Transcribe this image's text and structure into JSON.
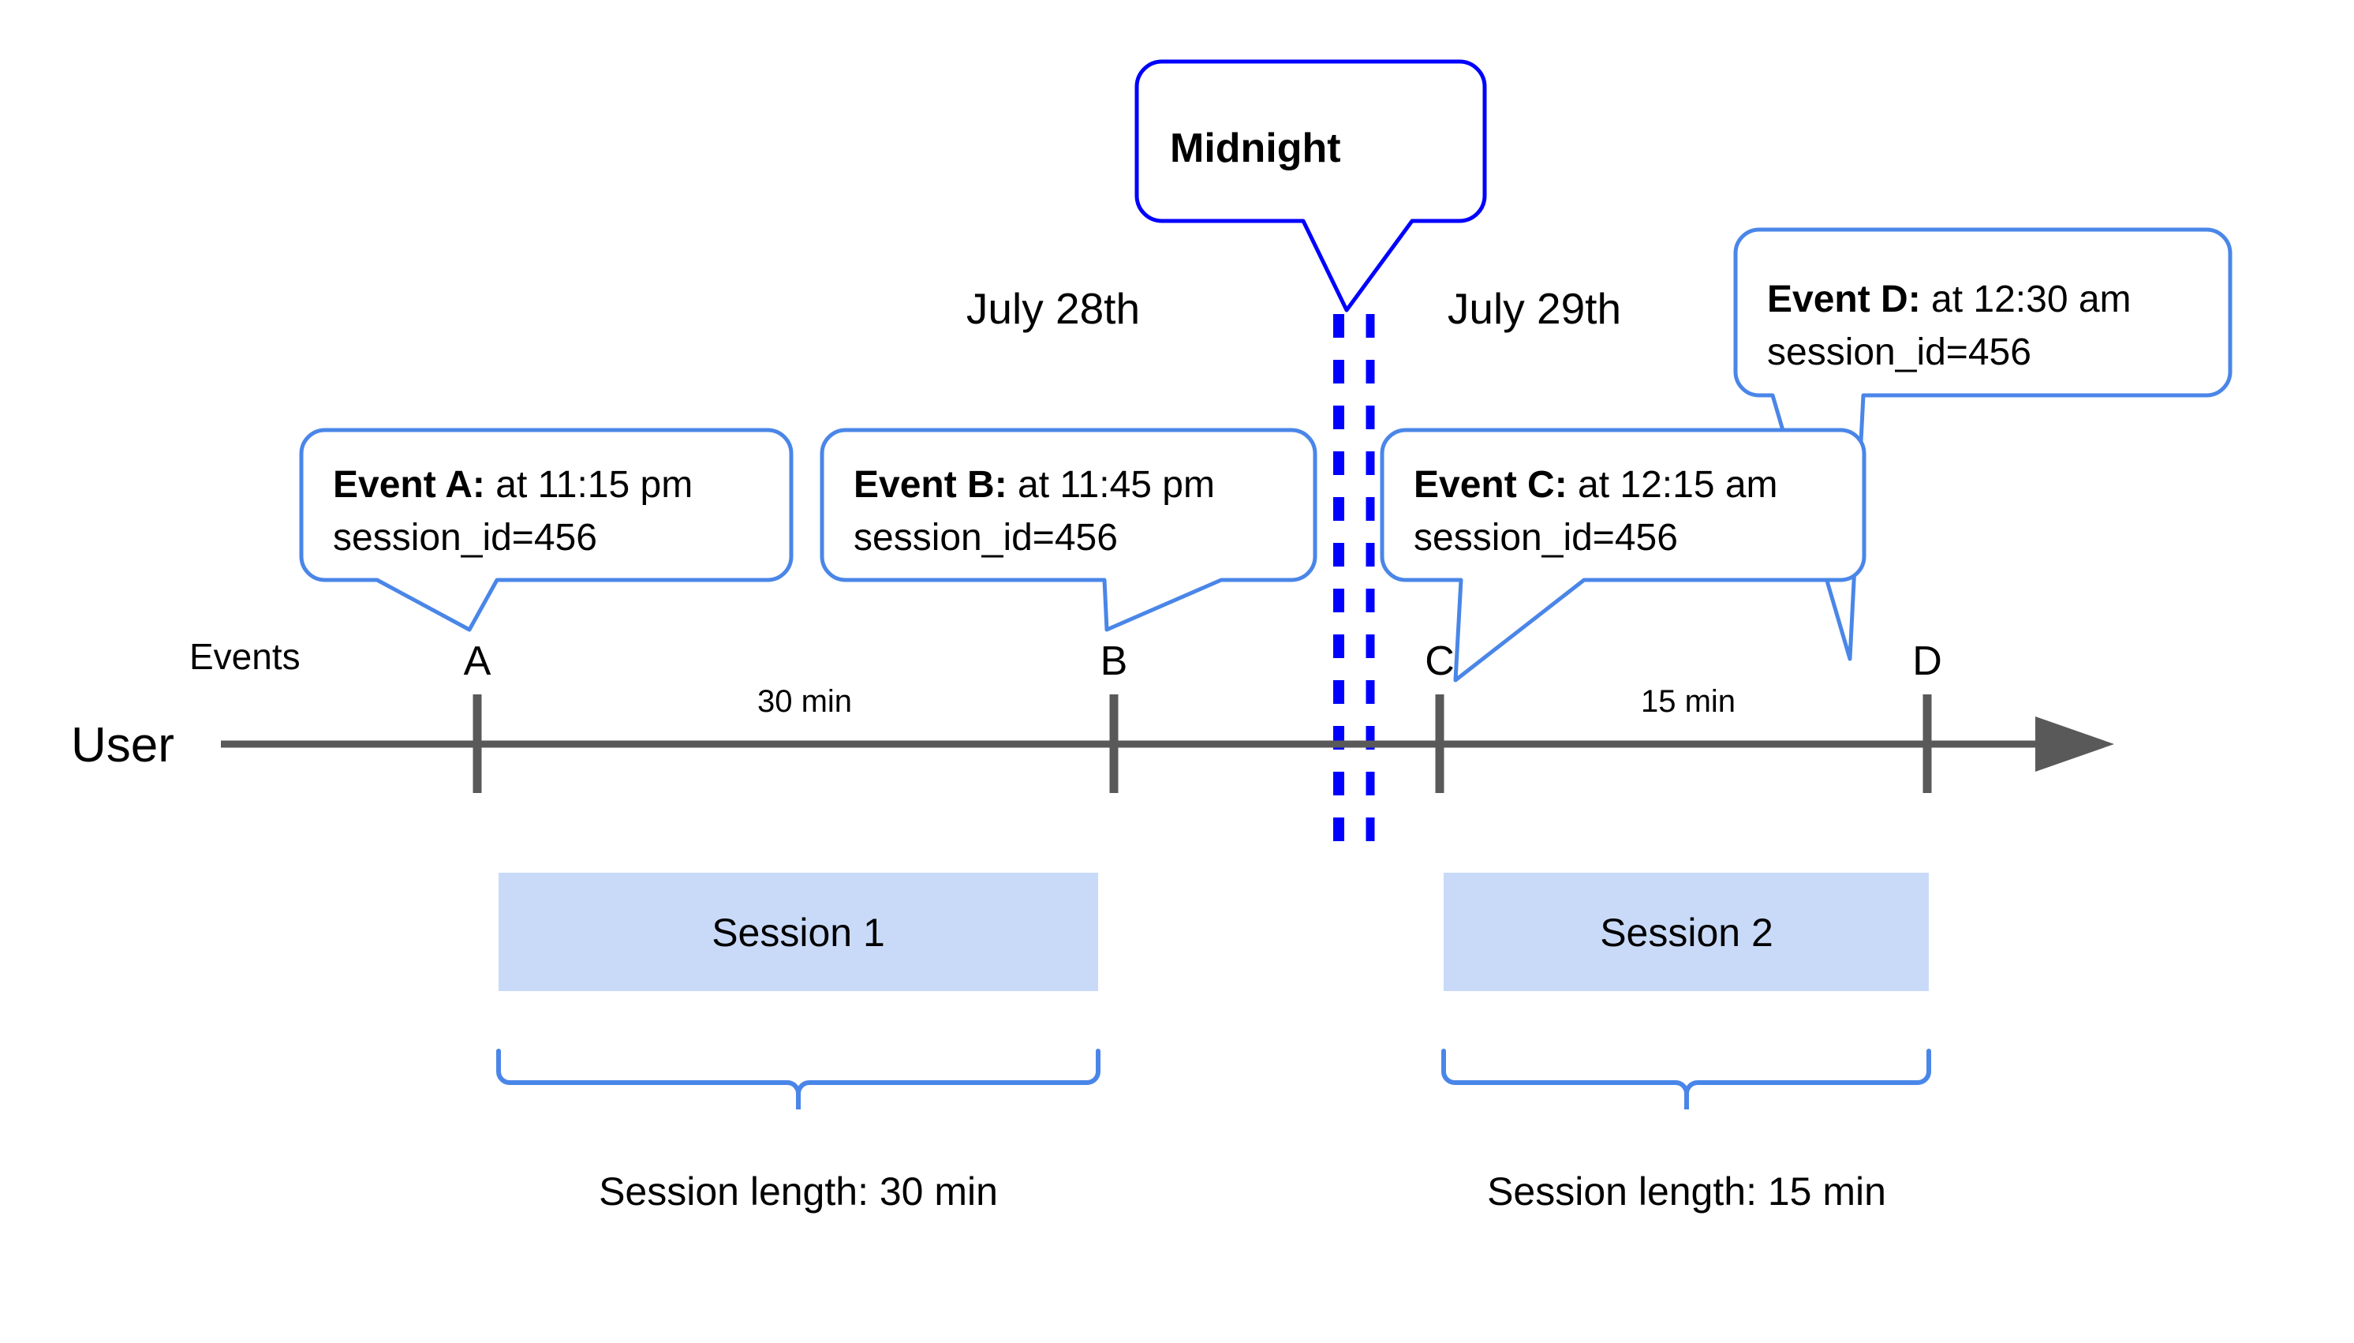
{
  "diagram": {
    "title_callout": {
      "label": "Midnight",
      "border_color": "#0000FF"
    },
    "dates": [
      {
        "label": "July 28th"
      },
      {
        "label": "July 29th"
      }
    ],
    "axis": {
      "row_label": "User",
      "events_label": "Events",
      "line_color": "#595959"
    },
    "events": [
      {
        "marker": "A",
        "bold": "Event A:",
        "time": " at 11:15 pm",
        "session": "session_id=456"
      },
      {
        "marker": "B",
        "bold": "Event B:",
        "time": " at 11:45 pm",
        "session": "session_id=456"
      },
      {
        "marker": "C",
        "bold": "Event C:",
        "time": " at 12:15 am",
        "session": "session_id=456"
      },
      {
        "marker": "D",
        "bold": "Event D:",
        "time": " at 12:30 am",
        "session": "session_id=456"
      }
    ],
    "durations": [
      {
        "label": "30 min"
      },
      {
        "label": "15 min"
      }
    ],
    "sessions": [
      {
        "box_label": "Session 1",
        "length_label": "Session length: 30 min"
      },
      {
        "box_label": "Session 2",
        "length_label": "Session length: 15 min"
      }
    ],
    "colors": {
      "callout_border": "#4A86E8",
      "midnight_border": "#0000FF",
      "midnight_dashes": "#0000FF",
      "session_fill": "#C9DAF8",
      "brace": "#4A86E8",
      "axis": "#595959"
    }
  }
}
